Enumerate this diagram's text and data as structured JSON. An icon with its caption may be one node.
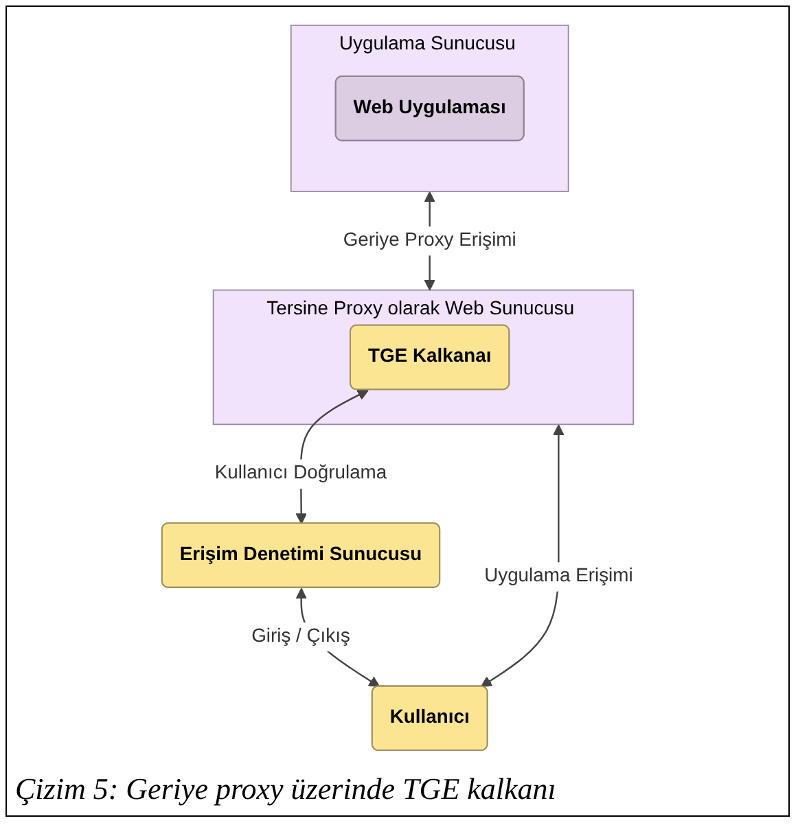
{
  "diagram": {
    "caption": "Çizim 5: Geriye proxy üzerinde TGE kalkanı",
    "nodes": [
      {
        "text": [
          "Uygulama Sunucusu"
        ]
      },
      {
        "text": [
          "Web Uygulaması"
        ],
        "in": 0
      },
      {
        "text": [
          "Tersine Proxy olarak Web Sunucusu"
        ]
      },
      {
        "text": [
          "TGE Kalkanaı"
        ],
        "in": 2
      },
      {
        "text": [
          "Erişim Denetimi Sunucusu"
        ]
      },
      {
        "text": [
          "Kullanıcı"
        ]
      }
    ],
    "edges": [
      {
        "from": 0,
        "to": 2,
        "arrow": "both",
        "label": "Geriye Proxy Erişimi"
      },
      {
        "from": 3,
        "to": 4,
        "arrow": "both",
        "label": "Kullanıcı Doğrulama"
      },
      {
        "from": 2,
        "to": 5,
        "arrow": "both",
        "label": "Uygulama Erişimi"
      },
      {
        "from": 4,
        "to": 5,
        "arrow": "both",
        "label": "Giriş / Çıkış"
      }
    ]
  }
}
